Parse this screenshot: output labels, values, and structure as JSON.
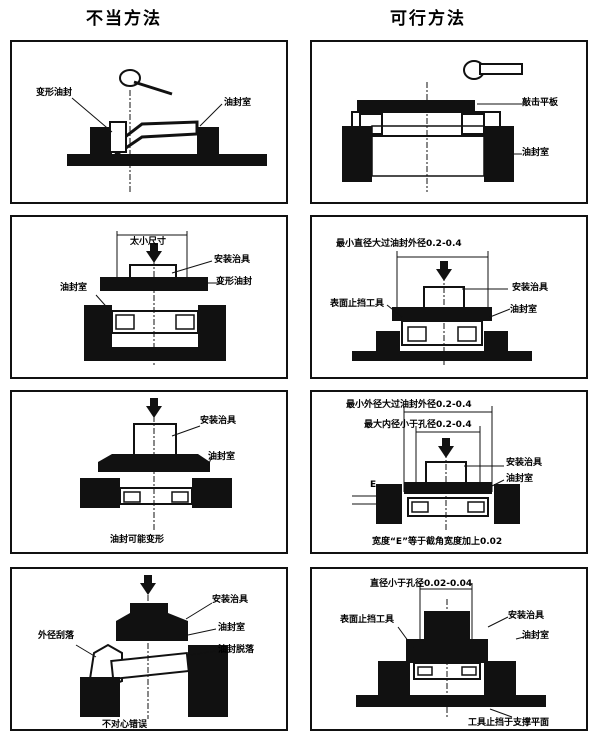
{
  "headers": {
    "wrong": "不当方法",
    "right": "可行方法"
  },
  "panels": {
    "w1": {
      "labels": [
        "变形油封",
        "油封室"
      ]
    },
    "r1": {
      "labels": [
        "敲击平板",
        "油封室"
      ]
    },
    "w2": {
      "labels": [
        "太小尺寸",
        "安装治具",
        "油封室",
        "变形油封"
      ]
    },
    "r2": {
      "labels": [
        "最小直径大过油封外径0.2-0.4",
        "安装治具",
        "表面止挡工具",
        "油封室"
      ]
    },
    "w3": {
      "labels": [
        "安装治具",
        "油封室"
      ],
      "caption": "油封可能变形"
    },
    "r3": {
      "labels": [
        "最小外径大过油封外径0.2-0.4",
        "最大内径小于孔径0.2-0.4",
        "安装治具",
        "油封室",
        "E"
      ],
      "caption": "宽度“E”等于截角宽度加上0.02"
    },
    "w4": {
      "labels": [
        "安装治具",
        "油封室",
        "外径刮落",
        "油封脱落"
      ],
      "caption": "不对心错误"
    },
    "r4": {
      "labels": [
        "直径小于孔径0.02-0.04",
        "表面止挡工具",
        "安装治具",
        "油封室"
      ],
      "caption": "工具止挡于支撑平面"
    }
  },
  "colors": {
    "ink": "#111111",
    "paper": "#ffffff"
  }
}
